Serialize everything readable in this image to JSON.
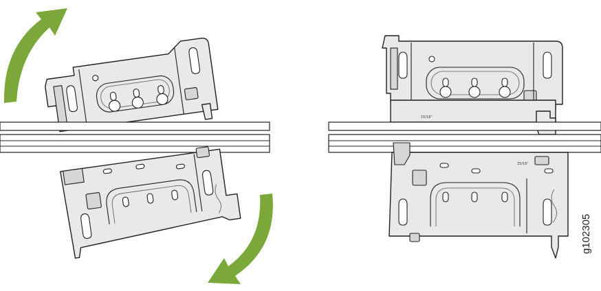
{
  "figure": {
    "id_label": "g102305",
    "left_panel": {
      "step": "rotate-bracket-onto-rail",
      "marking": ""
    },
    "right_panel": {
      "step": "bracket-seated-on-rail",
      "dimension_label_top": "15/16\"",
      "dimension_label_bottom": "15/16\""
    },
    "colors": {
      "arrow": "#7aa83a",
      "outline": "#1f1f1f",
      "bracket_fill": "#e9e9e9"
    },
    "icons": [
      "rotate-clockwise-arrow-icon",
      "rotate-counterclockwise-arrow-icon"
    ]
  }
}
